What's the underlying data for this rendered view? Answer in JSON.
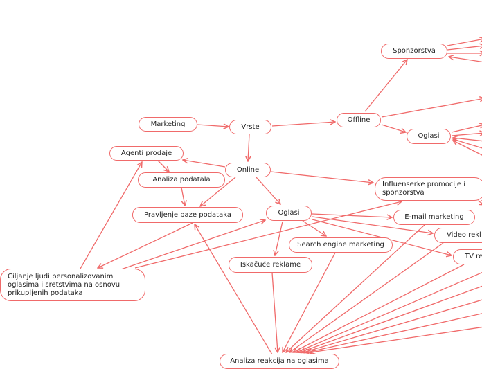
{
  "colors": {
    "edge": "#f06a6a",
    "node_border": "#f06a6a",
    "background": "#ffffff"
  },
  "nodes": {
    "marketing": "Marketing",
    "vrste": "Vrste",
    "offline": "Offline",
    "sponzorstva": "Sponzorstva",
    "oglasi_offline": "Oglasi",
    "agenti_prodaje": "Agenti prodaje",
    "online": "Online",
    "analiza_podatala": "Analiza podatala",
    "pravljenje_baze": "Pravljenje baze podataka",
    "oglasi_online": "Oglasi",
    "influenserke": "Influenserke promocije i sponzorstva",
    "email_marketing": "E-mail marketing",
    "video_reklame": "Video rekl",
    "tv_reklame": "TV re",
    "search_engine": "Search engine marketing",
    "iskacuce": "Iskačuće reklame",
    "ciljanje": "Ciljanje ljudi personalizovanim oglasima i sretstvima na osnovu prikupljenih podataka",
    "analiza_reakcija": "Analiza reakcija na oglasima"
  }
}
